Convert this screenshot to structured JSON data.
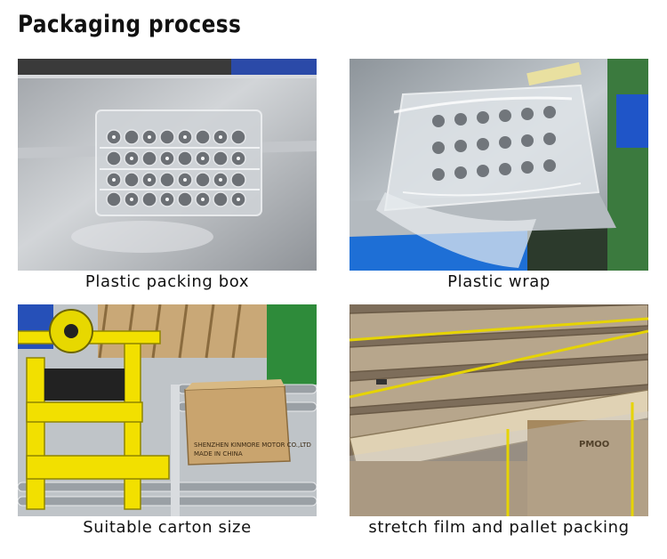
{
  "page": {
    "title": "Packaging process"
  },
  "panels": [
    {
      "caption": "Plastic packing box",
      "icon": "plastic-box-photo",
      "colors": {
        "background": "#b9bcc0",
        "accent": "#6f7378"
      }
    },
    {
      "caption": "Plastic wrap",
      "icon": "plastic-wrap-photo",
      "colors": {
        "background": "#aeb6bd",
        "accent": "#1e6fd6"
      }
    },
    {
      "caption": "Suitable carton size",
      "icon": "carton-sealer-photo",
      "colors": {
        "background": "#c9a877",
        "accent": "#f2e000"
      }
    },
    {
      "caption": "stretch film and pallet packing",
      "icon": "pallet-packing-photo",
      "colors": {
        "background": "#8a7a66",
        "accent": "#e6d400"
      }
    }
  ],
  "carton_label": {
    "line1": "SHENZHEN KINMORE MOTOR CO.,LTD",
    "line2": "MADE IN CHINA"
  }
}
